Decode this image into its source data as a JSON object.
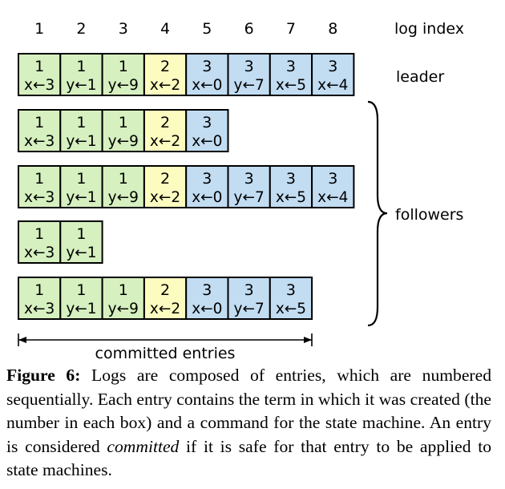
{
  "header": {
    "indices": [
      "1",
      "2",
      "3",
      "4",
      "5",
      "6",
      "7",
      "8"
    ],
    "label": "log index"
  },
  "logs": [
    {
      "role": "leader",
      "entries": [
        {
          "term": "1",
          "cmd": "x←3"
        },
        {
          "term": "1",
          "cmd": "y←1"
        },
        {
          "term": "1",
          "cmd": "y←9"
        },
        {
          "term": "2",
          "cmd": "x←2"
        },
        {
          "term": "3",
          "cmd": "x←0"
        },
        {
          "term": "3",
          "cmd": "y←7"
        },
        {
          "term": "3",
          "cmd": "x←5"
        },
        {
          "term": "3",
          "cmd": "x←4"
        }
      ]
    },
    {
      "role": "follower",
      "entries": [
        {
          "term": "1",
          "cmd": "x←3"
        },
        {
          "term": "1",
          "cmd": "y←1"
        },
        {
          "term": "1",
          "cmd": "y←9"
        },
        {
          "term": "2",
          "cmd": "x←2"
        },
        {
          "term": "3",
          "cmd": "x←0"
        }
      ]
    },
    {
      "role": "follower",
      "entries": [
        {
          "term": "1",
          "cmd": "x←3"
        },
        {
          "term": "1",
          "cmd": "y←1"
        },
        {
          "term": "1",
          "cmd": "y←9"
        },
        {
          "term": "2",
          "cmd": "x←2"
        },
        {
          "term": "3",
          "cmd": "x←0"
        },
        {
          "term": "3",
          "cmd": "y←7"
        },
        {
          "term": "3",
          "cmd": "x←5"
        },
        {
          "term": "3",
          "cmd": "x←4"
        }
      ]
    },
    {
      "role": "follower",
      "entries": [
        {
          "term": "1",
          "cmd": "x←3"
        },
        {
          "term": "1",
          "cmd": "y←1"
        }
      ]
    },
    {
      "role": "follower",
      "entries": [
        {
          "term": "1",
          "cmd": "x←3"
        },
        {
          "term": "1",
          "cmd": "y←1"
        },
        {
          "term": "1",
          "cmd": "y←9"
        },
        {
          "term": "2",
          "cmd": "x←2"
        },
        {
          "term": "3",
          "cmd": "x←0"
        },
        {
          "term": "3",
          "cmd": "y←7"
        },
        {
          "term": "3",
          "cmd": "x←5"
        }
      ]
    }
  ],
  "labels": {
    "leader": "leader",
    "followers": "followers",
    "committed": "committed entries"
  },
  "committed_count": 7,
  "term_colors": {
    "1": "#d6f0c0",
    "2": "#fdfcc0",
    "3": "#c2dcf2"
  },
  "caption": {
    "label": "Figure 6:",
    "text_before": " Logs are composed of entries, which are numbered sequentially. Each entry contains the term in which it was created (the number in each box) and a command for the state machine. An entry is considered ",
    "emphasis": "committed",
    "text_after": " if it is safe for that entry to be applied to state machines."
  }
}
